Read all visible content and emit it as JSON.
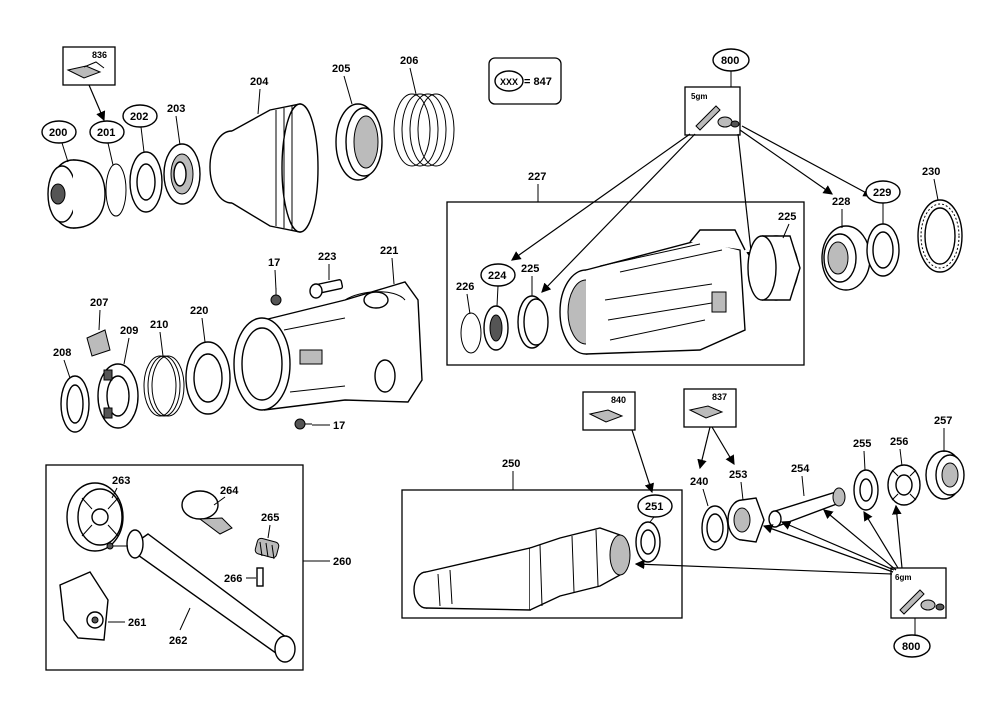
{
  "legend": {
    "symbol": "XXX",
    "equals": "= 847"
  },
  "labels": {
    "p200": "200",
    "p201": "201",
    "p202": "202",
    "p203": "203",
    "p204": "204",
    "p205": "205",
    "p206": "206",
    "p836": "836",
    "p800a": "800",
    "p800b": "800",
    "gm_a": "5gm",
    "gm_b": "6gm",
    "p227": "227",
    "p225a": "225",
    "p225b": "225",
    "p224": "224",
    "p226": "226",
    "p228": "228",
    "p229": "229",
    "p230": "230",
    "p17a": "17",
    "p17b": "17",
    "p223": "223",
    "p221": "221",
    "p207": "207",
    "p208": "208",
    "p209": "209",
    "p210": "210",
    "p220": "220",
    "p263": "263",
    "p264": "264",
    "p265": "265",
    "p266": "266",
    "p261": "261",
    "p262": "262",
    "p260": "260",
    "p250": "250",
    "p251": "251",
    "p840": "840",
    "p837": "837",
    "p240": "240",
    "p253": "253",
    "p254": "254",
    "p255": "255",
    "p256": "256",
    "p257": "257"
  }
}
